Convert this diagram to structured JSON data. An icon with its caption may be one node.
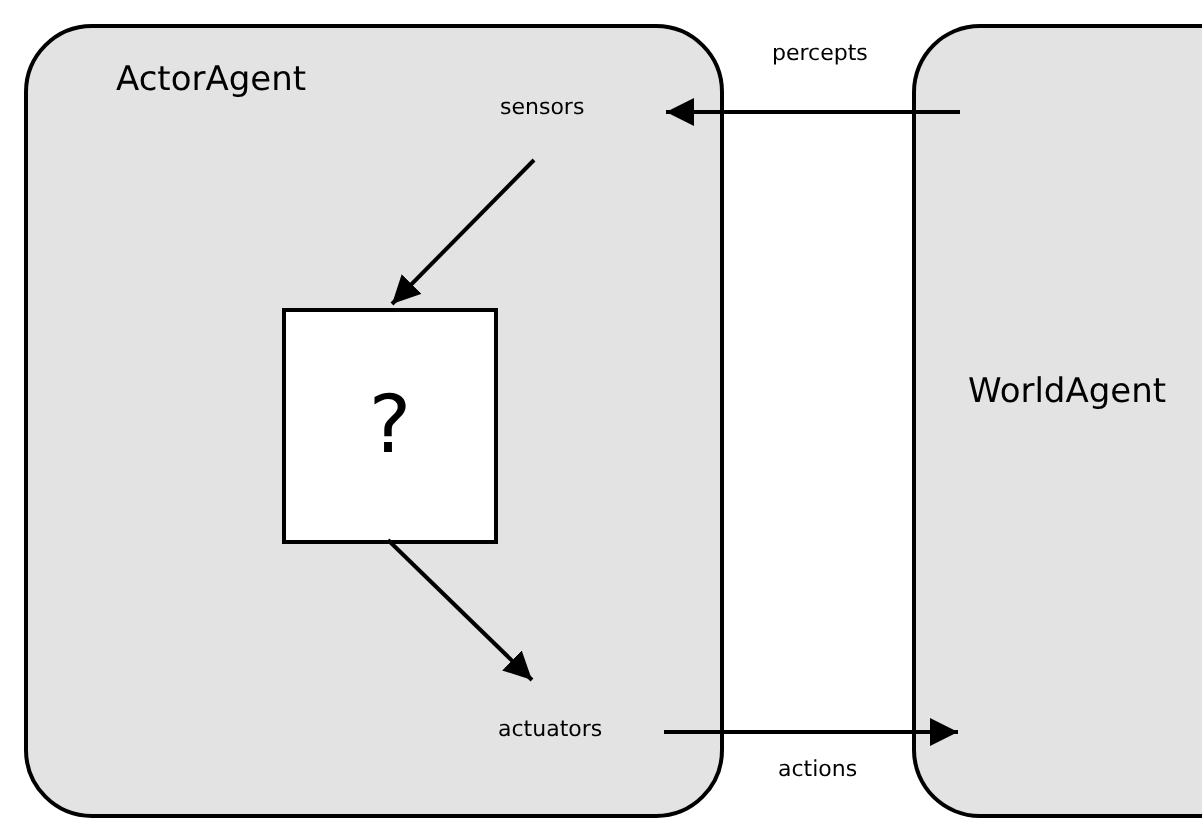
{
  "diagram": {
    "nodes": [
      {
        "text": [
          "ActorAgent"
        ]
      },
      {
        "text": [
          "sensors"
        ],
        "in": 0
      },
      {
        "text": [
          "?"
        ],
        "in": 0
      },
      {
        "text": [
          "actuators"
        ],
        "in": 0
      },
      {
        "text": [
          "WorldAgent"
        ]
      }
    ],
    "edges": [
      {
        "from": 4,
        "to": 1,
        "arrow": "to",
        "label": "percepts"
      },
      {
        "from": 1,
        "to": 2,
        "arrow": "to"
      },
      {
        "from": 2,
        "to": 3,
        "arrow": "to"
      },
      {
        "from": 3,
        "to": 4,
        "arrow": "to",
        "label": "actions"
      }
    ]
  }
}
